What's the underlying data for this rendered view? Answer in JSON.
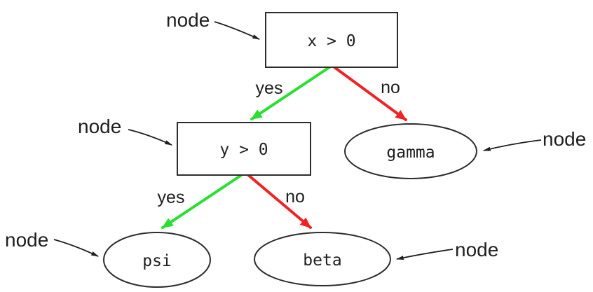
{
  "diagram": {
    "type": "decision-tree",
    "colors": {
      "yes_edge": "#2ADF33",
      "no_edge": "#EE2424",
      "outline": "#2D2D2D",
      "text": "#1F1F1F"
    },
    "nodes": [
      {
        "id": "root",
        "shape": "box",
        "label": "x > 0"
      },
      {
        "id": "y-test",
        "shape": "box",
        "label": "y > 0"
      },
      {
        "id": "gamma",
        "shape": "ellipse",
        "label": "gamma"
      },
      {
        "id": "psi",
        "shape": "ellipse",
        "label": "psi"
      },
      {
        "id": "beta",
        "shape": "ellipse",
        "label": "beta"
      }
    ],
    "edges": [
      {
        "from": "x > 0",
        "to": "y > 0",
        "label": "yes"
      },
      {
        "from": "x > 0",
        "to": "gamma",
        "label": "no"
      },
      {
        "from": "y > 0",
        "to": "psi",
        "label": "yes"
      },
      {
        "from": "y > 0",
        "to": "beta",
        "label": "no"
      }
    ],
    "annotations": [
      {
        "label": "node",
        "target": "x > 0"
      },
      {
        "label": "node",
        "target": "y > 0"
      },
      {
        "label": "node",
        "target": "gamma"
      },
      {
        "label": "node",
        "target": "psi"
      },
      {
        "label": "node",
        "target": "beta"
      }
    ]
  }
}
